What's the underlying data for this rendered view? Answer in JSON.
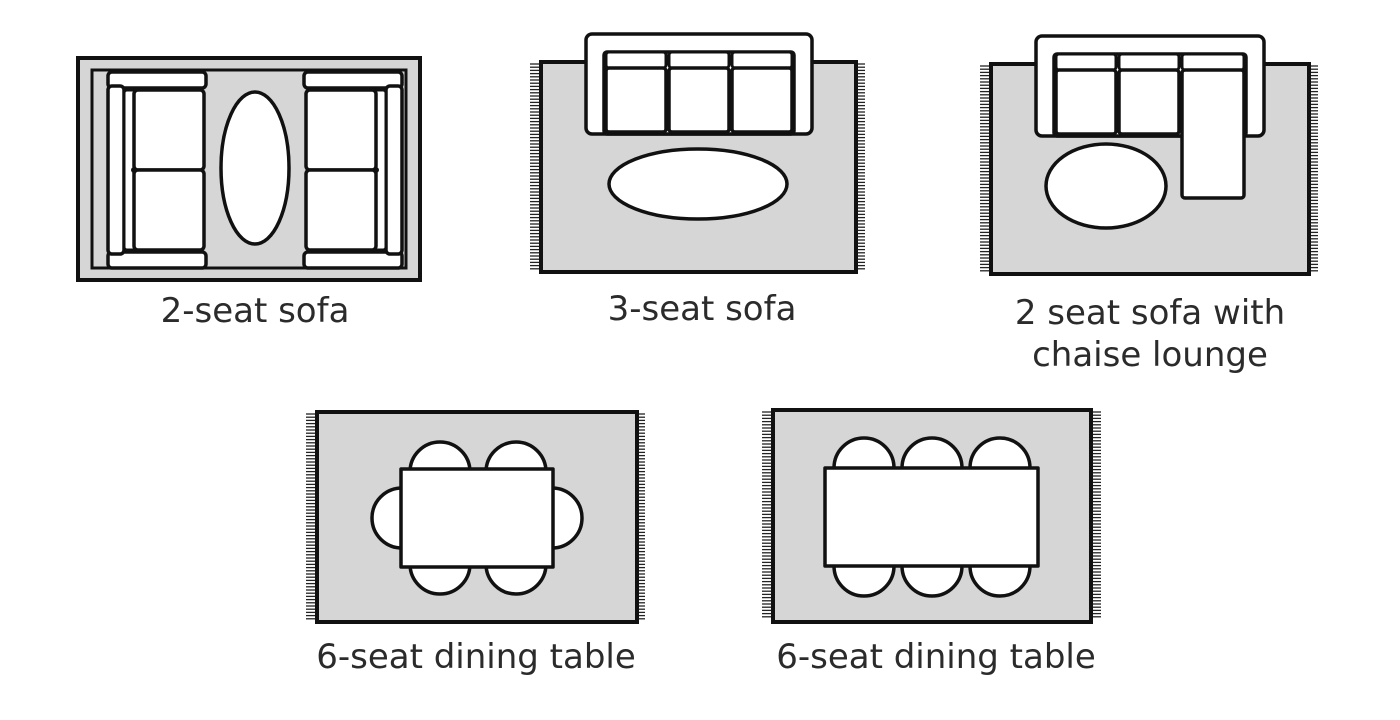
{
  "layouts": [
    {
      "id": "two-seat-sofa",
      "caption_lines": [
        "2-seat sofa"
      ]
    },
    {
      "id": "three-seat-sofa",
      "caption_lines": [
        "3-seat sofa"
      ]
    },
    {
      "id": "sofa-chaise",
      "caption_lines": [
        "2 seat sofa with",
        "chaise lounge"
      ]
    },
    {
      "id": "dining-six-a",
      "caption_lines": [
        "6-seat dining table"
      ]
    },
    {
      "id": "dining-six-b",
      "caption_lines": [
        "6-seat dining table"
      ]
    }
  ],
  "colors": {
    "rug_fill": "#d6d6d6",
    "outline": "#111111",
    "furniture_fill": "#ffffff",
    "caption_text": "#2b2b2b"
  }
}
